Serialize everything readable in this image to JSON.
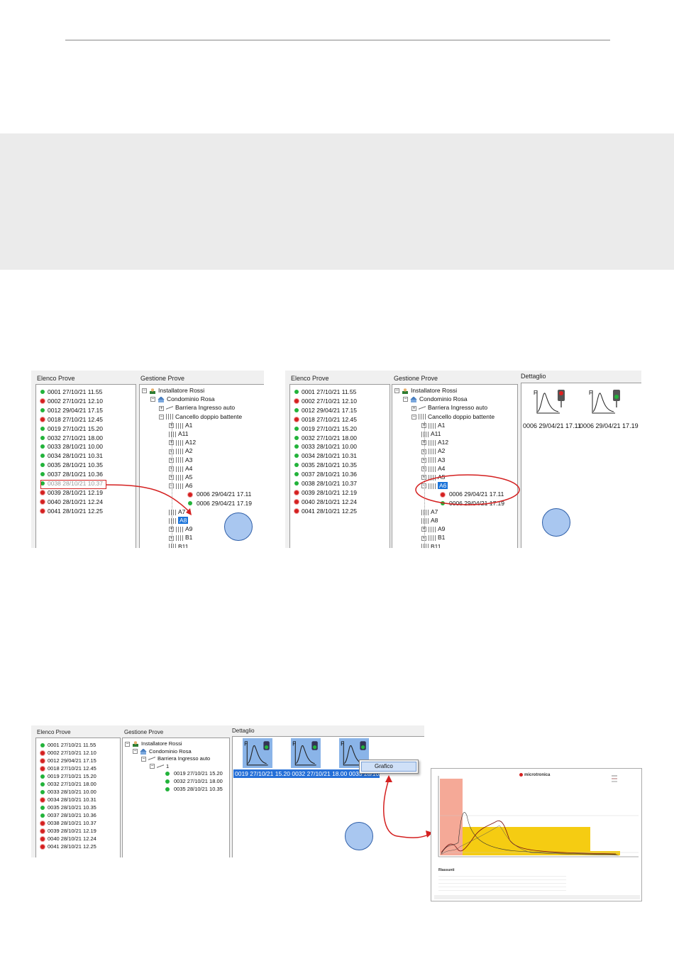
{
  "panels": {
    "elenco_title": "Elenco Prove",
    "gestione_title": "Gestione Prove",
    "dettaglio_title": "Dettaglio"
  },
  "elenco_full": [
    {
      "label": "0001 27/10/21 11.55",
      "status": "green"
    },
    {
      "label": "0002 27/10/21 12.10",
      "status": "red"
    },
    {
      "label": "0012 29/04/21 17.15",
      "status": "green"
    },
    {
      "label": "0018 27/10/21 12.45",
      "status": "red"
    },
    {
      "label": "0019 27/10/21 15.20",
      "status": "green"
    },
    {
      "label": "0032 27/10/21 18.00",
      "status": "green"
    },
    {
      "label": "0033 28/10/21 10.00",
      "status": "green"
    },
    {
      "label": "0034 28/10/21 10.31",
      "status": "green"
    },
    {
      "label": "0035 28/10/21 10.35",
      "status": "green"
    },
    {
      "label": "0037 28/10/21 10.36",
      "status": "green"
    },
    {
      "label": "0038 28/10/21 10.37",
      "status": "green"
    },
    {
      "label": "0039 28/10/21 12.19",
      "status": "red"
    },
    {
      "label": "0040 28/10/21 12.24",
      "status": "red"
    },
    {
      "label": "0041 28/10/21 12.25",
      "status": "red"
    }
  ],
  "elenco_bottom": [
    {
      "label": "0001 27/10/21 11.55",
      "status": "green"
    },
    {
      "label": "0002 27/10/21 12.10",
      "status": "red"
    },
    {
      "label": "0012 29/04/21 17.15",
      "status": "red"
    },
    {
      "label": "0018 27/10/21 12.45",
      "status": "red"
    },
    {
      "label": "0019 27/10/21 15.20",
      "status": "green"
    },
    {
      "label": "0032 27/10/21 18.00",
      "status": "green"
    },
    {
      "label": "0033 28/10/21 10.00",
      "status": "green"
    },
    {
      "label": "0034 28/10/21 10.31",
      "status": "red"
    },
    {
      "label": "0035 28/10/21 10.35",
      "status": "green"
    },
    {
      "label": "0037 28/10/21 10.36",
      "status": "green"
    },
    {
      "label": "0038 28/10/21 10.37",
      "status": "red"
    },
    {
      "label": "0039 28/10/21 12.19",
      "status": "red"
    },
    {
      "label": "0040 28/10/21 12.24",
      "status": "red"
    },
    {
      "label": "0041 28/10/21 12.25",
      "status": "red"
    }
  ],
  "tree": {
    "installer": "Installatore Rossi",
    "condominium": "Condominio Rosa",
    "barrier": "Barriera Ingresso auto",
    "gate": "Cancello doppio battente",
    "gate_items_before": [
      "A1",
      "A11",
      "A12",
      "A2",
      "A3",
      "A4",
      "A5"
    ],
    "a6": "A6",
    "a6_tests": [
      {
        "label": "0006 29/04/21 17.11",
        "status": "red"
      },
      {
        "label": "0006 29/04/21 17.19",
        "status": "green"
      }
    ],
    "gate_items_after": [
      "A7",
      "A8",
      "A9",
      "B1",
      "B11"
    ],
    "barrier_child": "1",
    "barrier_tests": [
      {
        "label": "0019 27/10/21 15.20",
        "status": "green"
      },
      {
        "label": "0032 27/10/21 18.00",
        "status": "green"
      },
      {
        "label": "0035 28/10/21 10.35",
        "status": "green"
      }
    ]
  },
  "dettaglio_top": [
    "0006 29/04/21 17.11",
    "0006 29/04/21 17.19"
  ],
  "dettaglio_bottom_labels": "0019 27/10/21 15.20  0032 27/10/21 18.00  0035 28/10/21 10.35",
  "context_menu": {
    "item": "Grafico"
  },
  "graph_window": {
    "brand": "microtronica",
    "table_header": "Riassunti"
  },
  "colors": {
    "selection": "#1a73d9",
    "callout": "#d42020",
    "circle": "#a9c7f0"
  }
}
